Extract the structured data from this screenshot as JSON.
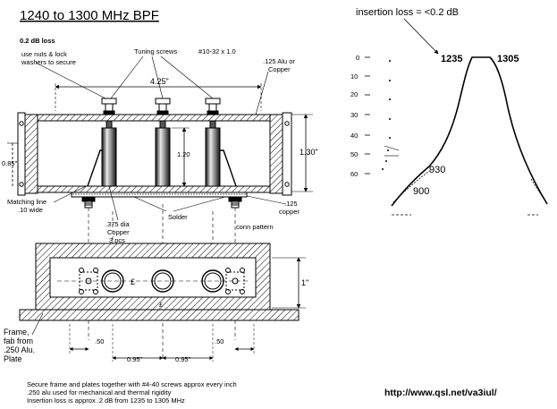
{
  "title": "1240 to 1300 MHz BPF",
  "subtitle": "0.2 dB loss",
  "url": "http://www.qsl.net/va3iul/",
  "labels": {
    "nuts_line1": "use nuts & lock",
    "nuts_line2": "washers to secure",
    "tuning_screws": "Tuning screws",
    "screw_size": "#10-32 x 1.0",
    "alu_line1": ".125 Alu or",
    "alu_line2": "Copper",
    "width": "4.25\"",
    "height_130": "1.30\"",
    "height_085": "0.85\"",
    "height_120": "1.20",
    "matching_line1": "Matching line",
    "matching_line2": ".10 wide",
    "solder": "Solder",
    "copper_line1": ".125",
    "copper_line2": "copper",
    "rod_line1": ".375 dia",
    "rod_line2": "Copper",
    "rod_line3": "3 pcs",
    "conn_pattern": "conn pattern",
    "height_1": "1\"",
    "frame_line1": "Frame,",
    "frame_line2": "fab from",
    "frame_line3": ".250 Alu.",
    "frame_line4": "Plate",
    "dim_50_left": ".50",
    "dim_50_right": ".50",
    "dim_095_left": "0.95\"",
    "dim_095_right": "0.95\"",
    "centerline_mark_1": "£",
    "centerline_mark_2": "£",
    "notes_1": "Secure frame and plates together with #4-40 screws approx every inch",
    "notes_2": ".250 alu used for mechanical and thermal rigidity",
    "notes_3": "Insertion loss is approx .2 dB from 1235 to 1305 MHz"
  },
  "response_plot": {
    "insertion_loss": "insertion loss = <0.2 dB",
    "freq_low": "1235",
    "freq_high": "1305",
    "label_930": "930",
    "label_900": "900",
    "y_ticks": [
      "0",
      "10",
      "20",
      "30",
      "40",
      "50",
      "60"
    ]
  }
}
